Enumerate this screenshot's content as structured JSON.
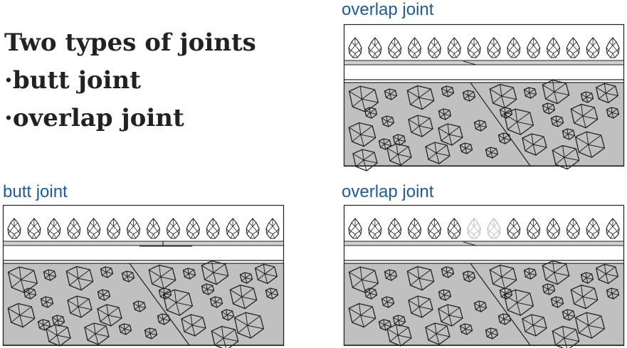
{
  "heading": {
    "title": "Two types of joints",
    "items": [
      "·butt joint",
      "·overlap joint"
    ]
  },
  "panels": [
    {
      "caption": "overlap joint",
      "joint_type": "overlap"
    },
    {
      "caption": "butt joint",
      "joint_type": "butt"
    },
    {
      "caption": "overlap joint",
      "joint_type": "overlap",
      "highlighted_stones": 2
    }
  ],
  "colors": {
    "caption_blue": "#1f5a9e",
    "gravel_fill": "#c0c0c0",
    "outline": "#222222",
    "faded_stone": "#bbbbbb"
  }
}
